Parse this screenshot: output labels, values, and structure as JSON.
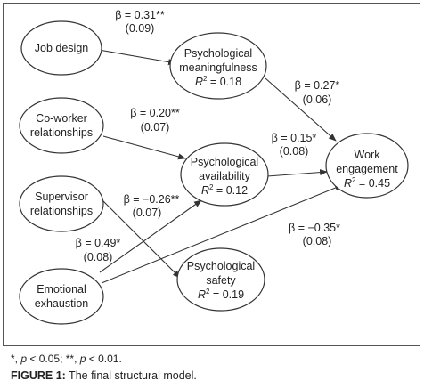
{
  "diagram": {
    "nodes": {
      "job_design": {
        "lines": [
          "Job design"
        ]
      },
      "coworker": {
        "lines": [
          "Co-worker",
          "relationships"
        ]
      },
      "supervisor": {
        "lines": [
          "Supervisor",
          "relationships"
        ]
      },
      "emotional": {
        "lines": [
          "Emotional",
          "exhaustion"
        ]
      },
      "meaningfulness": {
        "lines": [
          "Psychological",
          "meaningfulness"
        ],
        "r2": "= 0.18"
      },
      "availability": {
        "lines": [
          "Psychological",
          "availability"
        ],
        "r2": "= 0.12"
      },
      "safety": {
        "lines": [
          "Psychological",
          "safety"
        ],
        "r2": "= 0.19"
      },
      "engagement": {
        "lines": [
          "Work",
          "engagement"
        ],
        "r2": "= 0.45"
      }
    },
    "r2_symbol": "R",
    "r2_sup": "2",
    "paths": [
      {
        "id": "job_meaning",
        "beta": "β = 0.31**",
        "se": "(0.09)"
      },
      {
        "id": "meaning_engage",
        "beta": "β = 0.27*",
        "se": "(0.06)"
      },
      {
        "id": "cow_avail",
        "beta": "β = 0.20**",
        "se": "(0.07)"
      },
      {
        "id": "avail_engage",
        "beta": "β = 0.15*",
        "se": "(0.08)"
      },
      {
        "id": "emo_avail",
        "beta": "β = −0.26**",
        "se": "(0.07)"
      },
      {
        "id": "emo_safety",
        "beta": "β = 0.49*",
        "se": "(0.08)"
      },
      {
        "id": "emo_engage",
        "beta": "β = −0.35*",
        "se": "(0.08)"
      }
    ]
  },
  "footnote": {
    "star1": "*, ",
    "p1": "p",
    "t1": " < 0.05; **, ",
    "p2": "p",
    "t2": " < 0.01."
  },
  "caption": {
    "label": "FIGURE 1:",
    "text": " The final structural model."
  }
}
